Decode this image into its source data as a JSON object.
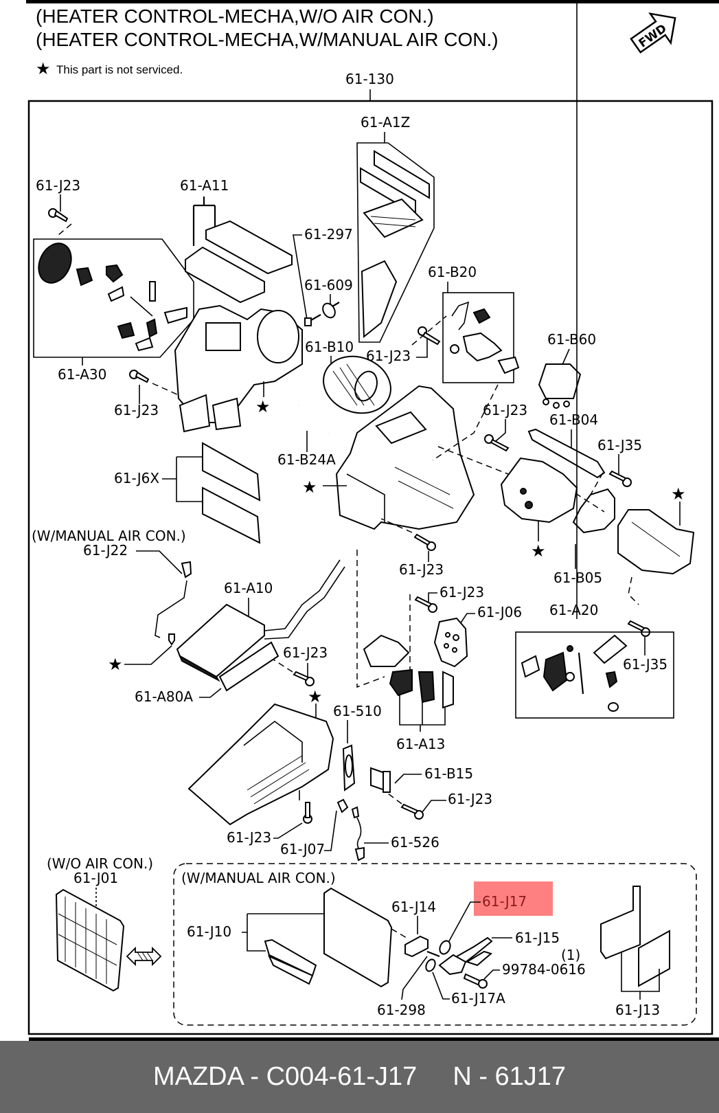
{
  "header": {
    "title_line_1": "(HEATER CONTROL-MECHA,W/O AIR CON.)",
    "title_line_2": "(HEATER CONTROL-MECHA,W/MANUAL AIR CON.)",
    "legend_symbol": "★",
    "legend_text": "This part is not serviced.",
    "fwd_icon_text": "FWD"
  },
  "diagram": {
    "assembly_label": "61-130",
    "labels": {
      "a1z": "61-A1Z",
      "j23_top_left": "61-J23",
      "a11": "61-A11",
      "n297": "61-297",
      "n609": "61-609",
      "b20": "61-B20",
      "b10": "61-B10",
      "j23_b20": "61-J23",
      "b60": "61-B60",
      "a30": "61-A30",
      "j23_a30": "61-J23",
      "j23_b04": "61-J23",
      "b04": "61-B04",
      "j35_top": "61-J35",
      "j6x": "61-J6X",
      "b24a": "61-B24A",
      "manual_air_con_note": "(W/MANUAL AIR CON.)",
      "j22": "61-J22",
      "j23_mid": "61-J23",
      "b05": "61-B05",
      "j23_j06": "61-J23",
      "j06": "61-J06",
      "a10": "61-A10",
      "a20": "61-A20",
      "j23_a10": "61-J23",
      "j35_bottom": "61-J35",
      "a80a": "61-A80A",
      "n510": "61-510",
      "a13": "61-A13",
      "b15": "61-B15",
      "j23_b15": "61-J23",
      "j23_case": "61-J23",
      "j07": "61-J07",
      "n526": "61-526",
      "wo_air_con_note": "(W/O AIR CON.)",
      "j01": "61-J01",
      "manual_air_con_box_title": "(W/MANUAL AIR CON.)",
      "j14": "61-J14",
      "j17": "61-J17",
      "j10": "61-J10",
      "j15": "61-J15",
      "qty_note": "(1)",
      "bolt": "99784-0616",
      "n298": "61-298",
      "j17a": "61-J17A",
      "j13": "61-J13"
    },
    "highlight": {
      "part": "61-J17",
      "color": "#ff8080"
    },
    "star_symbol": "★"
  },
  "footer": {
    "brand_part": "MAZDA - C004-61-J17",
    "ref": "N - 61J17",
    "background": "#666666"
  }
}
